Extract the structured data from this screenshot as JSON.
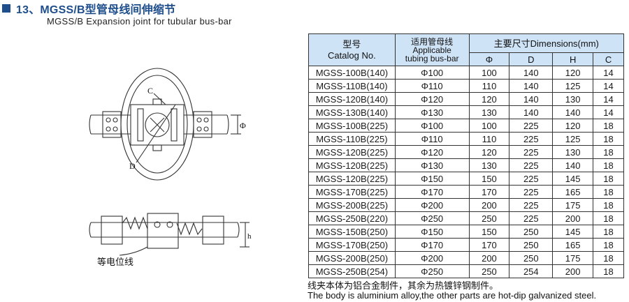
{
  "header": {
    "title": "13、MGSS/B型管母线间伸缩节",
    "subtitle": "MGSS/B Expansion joint for tubular bus-bar"
  },
  "drawing": {
    "label_c": "C",
    "label_d": "D",
    "label_phi": "Φ",
    "label_h": "h",
    "label_equipotential": "等电位线"
  },
  "table": {
    "headers": {
      "model_cn": "型号",
      "model_en": "Catalog No.",
      "tube_cn": "适用管母线",
      "tube_en1": "Applicable",
      "tube_en2": "tubing bus-bar",
      "dims": "主要尺寸Dimensions(mm)",
      "phi": "Φ",
      "d": "D",
      "h": "H",
      "c": "C"
    },
    "rows": [
      {
        "model": "MGSS-100B(140)",
        "tube": "Φ100",
        "phi": "100",
        "d": "140",
        "h": "120",
        "c": "14"
      },
      {
        "model": "MGSS-110B(140)",
        "tube": "Φ110",
        "phi": "110",
        "d": "140",
        "h": "125",
        "c": "14"
      },
      {
        "model": "MGSS-120B(140)",
        "tube": "Φ120",
        "phi": "120",
        "d": "140",
        "h": "130",
        "c": "14"
      },
      {
        "model": "MGSS-130B(140)",
        "tube": "Φ130",
        "phi": "130",
        "d": "140",
        "h": "140",
        "c": "14"
      },
      {
        "model": "MGSS-100B(225)",
        "tube": "Φ100",
        "phi": "100",
        "d": "225",
        "h": "120",
        "c": "18"
      },
      {
        "model": "MGSS-110B(225)",
        "tube": "Φ110",
        "phi": "110",
        "d": "225",
        "h": "125",
        "c": "18"
      },
      {
        "model": "MGSS-120B(225)",
        "tube": "Φ120",
        "phi": "120",
        "d": "225",
        "h": "130",
        "c": "18"
      },
      {
        "model": "MGSS-120B(225)",
        "tube": "Φ130",
        "phi": "130",
        "d": "225",
        "h": "140",
        "c": "18"
      },
      {
        "model": "MGSS-120B(225)",
        "tube": "Φ150",
        "phi": "150",
        "d": "225",
        "h": "145",
        "c": "18"
      },
      {
        "model": "MGSS-170B(225)",
        "tube": "Φ170",
        "phi": "170",
        "d": "225",
        "h": "165",
        "c": "18"
      },
      {
        "model": "MGSS-200B(225)",
        "tube": "Φ200",
        "phi": "200",
        "d": "225",
        "h": "175",
        "c": "18"
      },
      {
        "model": "MGSS-250B(220)",
        "tube": "Φ250",
        "phi": "250",
        "d": "225",
        "h": "200",
        "c": "18"
      },
      {
        "model": "MGSS-150B(250)",
        "tube": "Φ150",
        "phi": "150",
        "d": "250",
        "h": "145",
        "c": "18"
      },
      {
        "model": "MGSS-170B(250)",
        "tube": "Φ170",
        "phi": "170",
        "d": "250",
        "h": "165",
        "c": "18"
      },
      {
        "model": "MGSS-200B(250)",
        "tube": "Φ200",
        "phi": "200",
        "d": "250",
        "h": "175",
        "c": "18"
      },
      {
        "model": "MGSS-250B(254)",
        "tube": "Φ250",
        "phi": "250",
        "d": "254",
        "h": "200",
        "c": "18"
      }
    ]
  },
  "notes": {
    "cn": "线夹本体为铝合金制件，其余为热镀锌钢制件。",
    "en": "The body is aluminium alloy,the other parts are hot-dip galvanized steel."
  },
  "colors": {
    "accent": "#1f4e8c",
    "header_bg": "#cfe3f7"
  }
}
